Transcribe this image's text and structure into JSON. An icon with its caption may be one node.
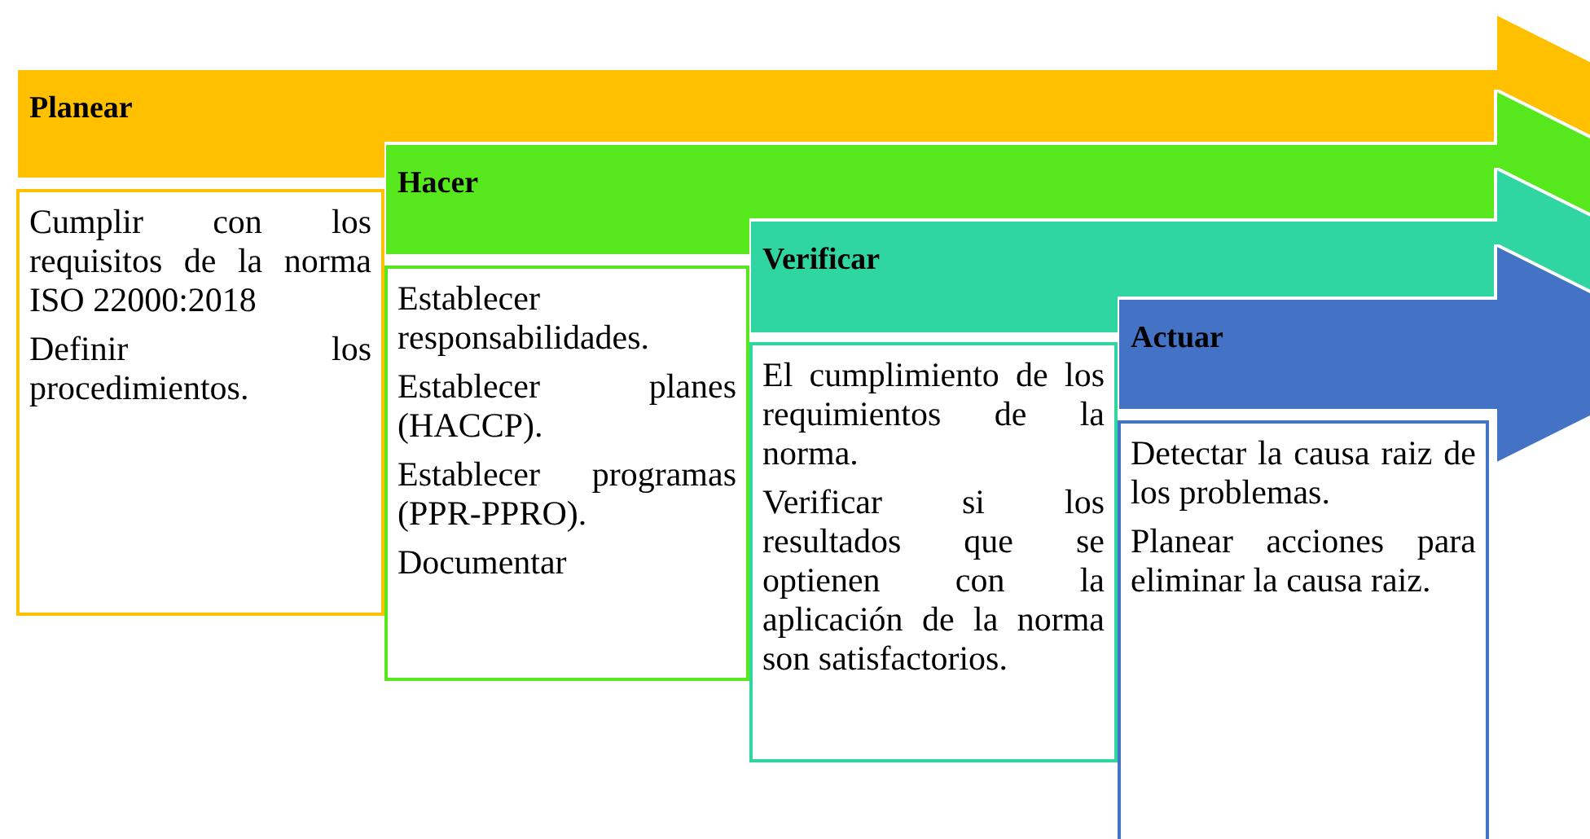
{
  "diagram": {
    "nodes": [
      {
        "text": [
          "Planear"
        ]
      },
      {
        "text": [
          "Cumplir con los requisitos de la norma ISO 22000:2018",
          "Definir los procedimientos."
        ]
      },
      {
        "text": [
          "Hacer"
        ]
      },
      {
        "text": [
          "Establecer responsabilidades.",
          "Establecer planes (HACCP).",
          "Establecer programas (PPR-PPRO).",
          "Documentar"
        ]
      },
      {
        "text": [
          "Verificar"
        ]
      },
      {
        "text": [
          "El cumplimiento de los requimientos de la norma.",
          "Verificar si los resultados que se optienen con la aplicación de la norma son satisfactorios."
        ]
      },
      {
        "text": [
          "Actuar"
        ]
      },
      {
        "text": [
          "Detectar la causa raiz de los problemas.",
          "Planear acciones para eliminar la causa raiz."
        ]
      }
    ]
  }
}
